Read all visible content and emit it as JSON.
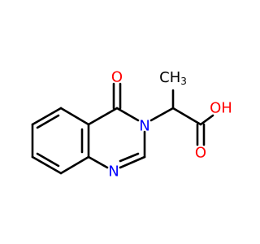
{
  "molecule": {
    "labels": {
      "ring_oxygen": "O",
      "ring_nitrogen_substituted": "N",
      "ring_nitrogen_lower": "N",
      "methyl": "CH",
      "methyl_subscript": "3",
      "hydroxyl": "OH",
      "carboxyl_oxygen": "O"
    },
    "colors": {
      "bond": "#000000",
      "oxygen": "#ff0000",
      "nitrogen": "#0000ff",
      "carbon_hydrogen": "#000000"
    }
  }
}
